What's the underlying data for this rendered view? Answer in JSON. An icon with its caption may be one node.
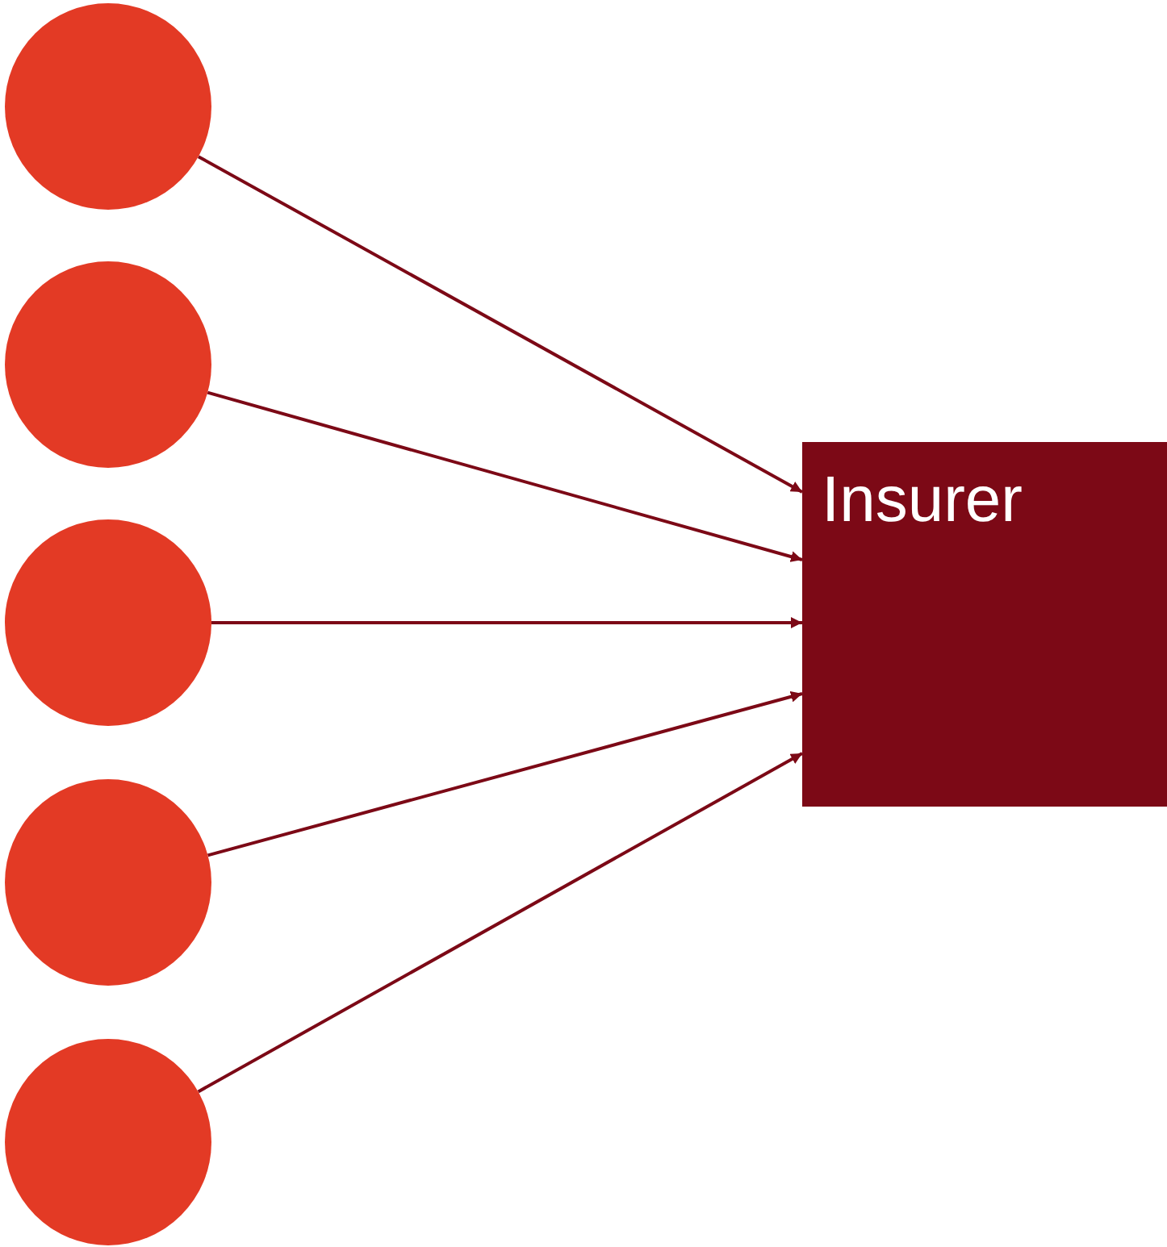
{
  "diagram": {
    "nodes": [
      {
        "text": [],
        "shape": "circle"
      },
      {
        "text": [],
        "shape": "circle"
      },
      {
        "text": [],
        "shape": "circle"
      },
      {
        "text": [],
        "shape": "circle"
      },
      {
        "text": [],
        "shape": "circle"
      },
      {
        "text": [
          "Insurer"
        ]
      }
    ],
    "edges": [
      {
        "from": 0,
        "to": 5,
        "arrow": "to"
      },
      {
        "from": 1,
        "to": 5,
        "arrow": "to"
      },
      {
        "from": 2,
        "to": 5,
        "arrow": "to"
      },
      {
        "from": 3,
        "to": 5,
        "arrow": "to"
      },
      {
        "from": 4,
        "to": 5,
        "arrow": "to"
      }
    ]
  }
}
